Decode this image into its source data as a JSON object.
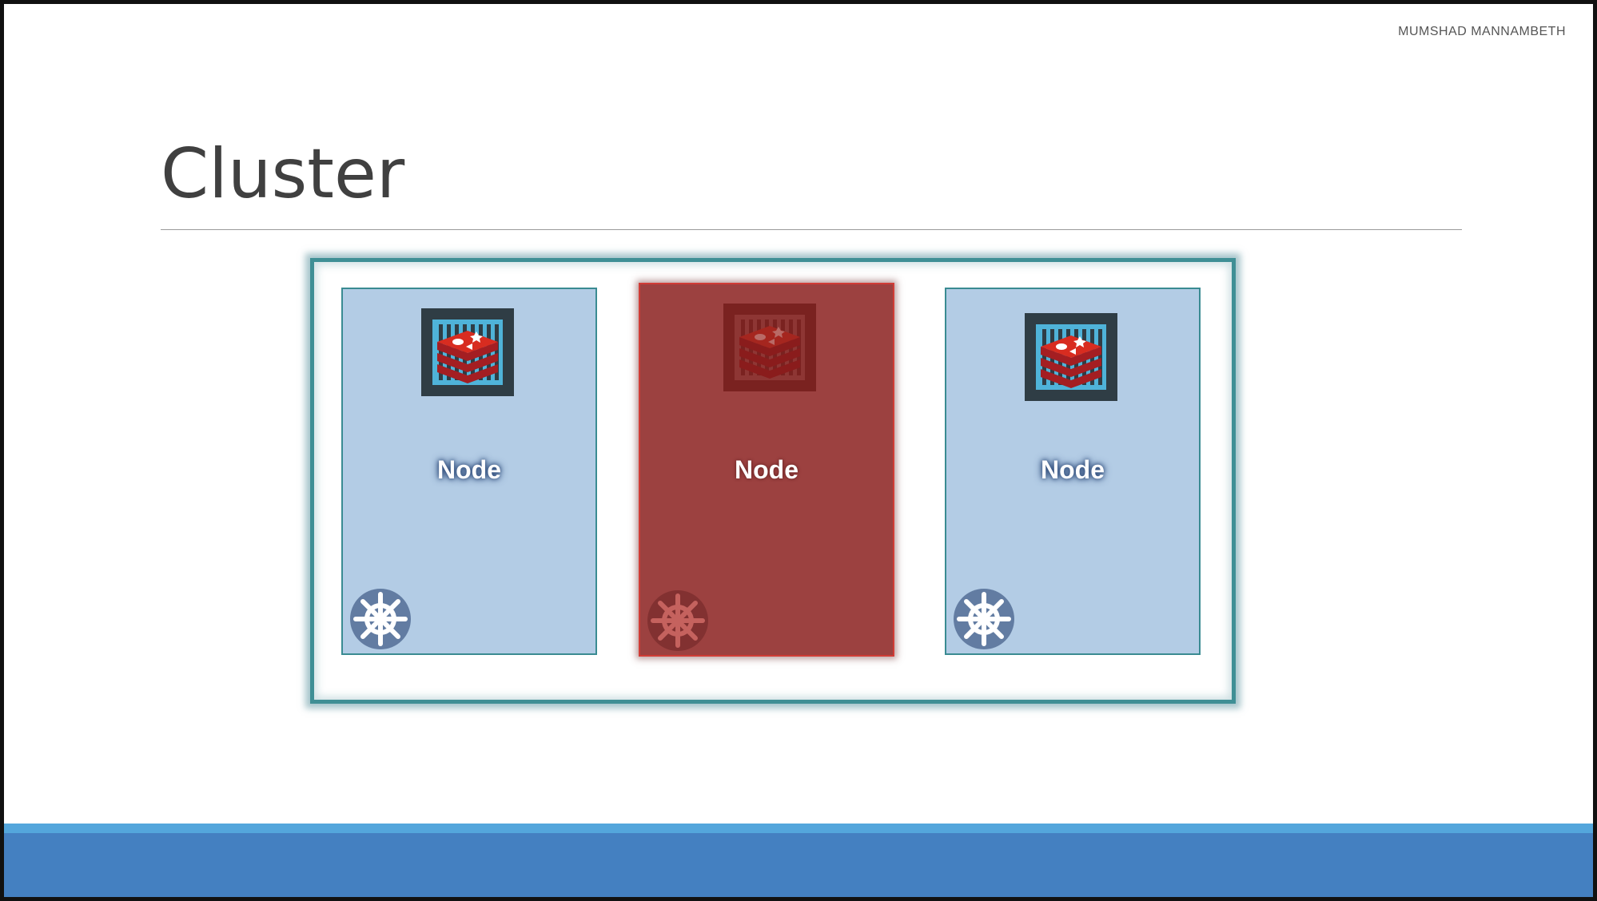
{
  "slide": {
    "author": "MUMSHAD MANNAMBETH",
    "title": "Cluster"
  },
  "cluster": {
    "nodes": [
      {
        "label": "Node",
        "status": "healthy"
      },
      {
        "label": "Node",
        "status": "failed"
      },
      {
        "label": "Node",
        "status": "healthy"
      }
    ]
  },
  "colors": {
    "node_healthy": "#b3cce5",
    "node_failed": "#9c4140",
    "cluster_border": "#3f8f95",
    "bottom_bar": "#4480c1",
    "bottom_bar_accent": "#54a6dc"
  },
  "icons": {
    "container": "redis-container-icon",
    "node_agent": "kubernetes-helm-icon"
  }
}
